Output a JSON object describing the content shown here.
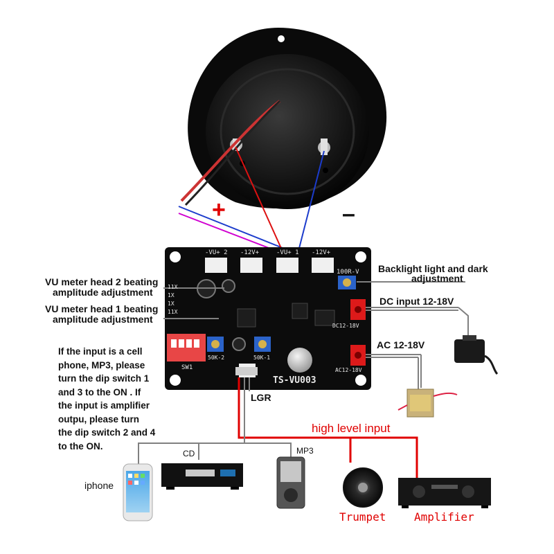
{
  "board": {
    "model": "TS-VU003",
    "headers": [
      "-VU+ 2",
      "-12V+",
      "-VU+ 1",
      "-12V+"
    ],
    "pot_label": "100R-V",
    "pot_labels": [
      "50K-2",
      "50K-1"
    ],
    "switch_label": "SW1",
    "ac_label": "AC12-18V",
    "dc_label": "DC12-18V",
    "gain_labels": [
      "11X",
      "1X",
      "1X",
      "11X"
    ]
  },
  "polarity": {
    "plus": "+",
    "minus": "–"
  },
  "annotations": {
    "backlight_line1": "Backlight light and dark",
    "backlight_line2": "adjustment",
    "dc_input": "DC input 12-18V",
    "ac_input": "AC 12-18V",
    "vu2_line1": "VU meter head 2 beating",
    "vu2_line2": "amplitude adjustment",
    "vu1_line1": "VU meter head 1 beating",
    "vu1_line2": "amplitude adjustment",
    "dip_note": [
      "If the input is a cell",
      "phone, MP3, please",
      "turn the dip switch 1",
      "and 3 to the ON . If",
      "the input is amplifier",
      "outpu, please turn",
      "the dip switch 2 and 4",
      "to the ON."
    ],
    "lgr": "LGR",
    "high_level": "high level input"
  },
  "devices": {
    "cd": "CD",
    "mp3": "MP3",
    "iphone": "iphone",
    "trumpet": "Trumpet",
    "amplifier": "Amplifier"
  },
  "colors": {
    "pcb": "#0c0c0c",
    "red_wire": "#dd1111",
    "blue_wire": "#1c3ccc",
    "magenta_wire": "#d000d0",
    "gray_line": "#808080",
    "high_level_red": "#e00000"
  }
}
